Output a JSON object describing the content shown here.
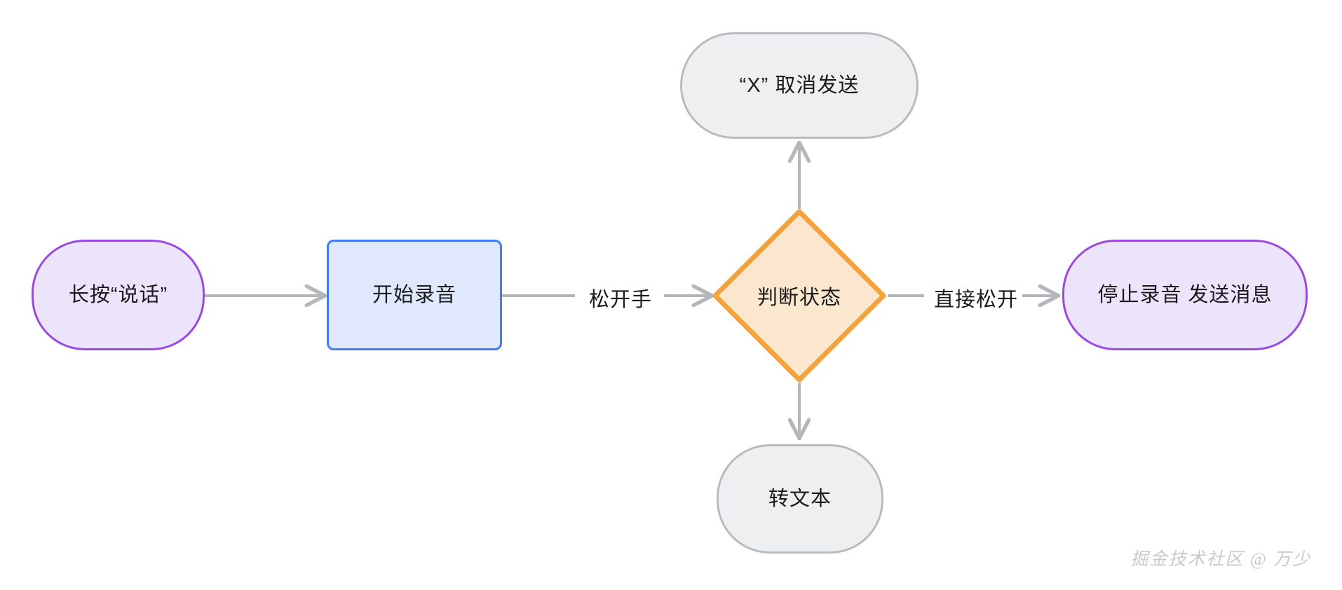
{
  "diagram": {
    "type": "flowchart",
    "title": "",
    "background_color": "#ffffff",
    "nodes": [
      {
        "id": "press",
        "label": "长按“说话”",
        "shape": "stadium",
        "fill": "#ece4fb",
        "stroke": "#9a4ae0"
      },
      {
        "id": "start_record",
        "label": "开始录音",
        "shape": "rounded-rect",
        "fill": "#dfe8fd",
        "stroke": "#3f7ef5"
      },
      {
        "id": "judge",
        "label": "判断状态",
        "shape": "diamond",
        "fill": "#fbe6ce",
        "stroke": "#f2a33c"
      },
      {
        "id": "cancel_send",
        "label": "“X” 取消发送",
        "shape": "stadium",
        "fill": "#eeeff0",
        "stroke": "#b9bcbf"
      },
      {
        "id": "to_text",
        "label": "转文本",
        "shape": "stadium",
        "fill": "#eeeff0",
        "stroke": "#b9bcbf"
      },
      {
        "id": "stop_send",
        "label": "停止录音 发送消息",
        "shape": "stadium",
        "fill": "#ece4fb",
        "stroke": "#9a4ae0"
      }
    ],
    "edges": [
      {
        "from": "press",
        "to": "start_record",
        "label": "",
        "direction": "right"
      },
      {
        "from": "start_record",
        "to": "judge",
        "label": "松开手",
        "direction": "right"
      },
      {
        "from": "judge",
        "to": "cancel_send",
        "label": "",
        "direction": "up"
      },
      {
        "from": "judge",
        "to": "to_text",
        "label": "",
        "direction": "down"
      },
      {
        "from": "judge",
        "to": "stop_send",
        "label": "直接松开",
        "direction": "right"
      }
    ],
    "edge_color": "#b4b7ba"
  },
  "watermark": {
    "text": "掘金技术社区 @ 万少"
  }
}
